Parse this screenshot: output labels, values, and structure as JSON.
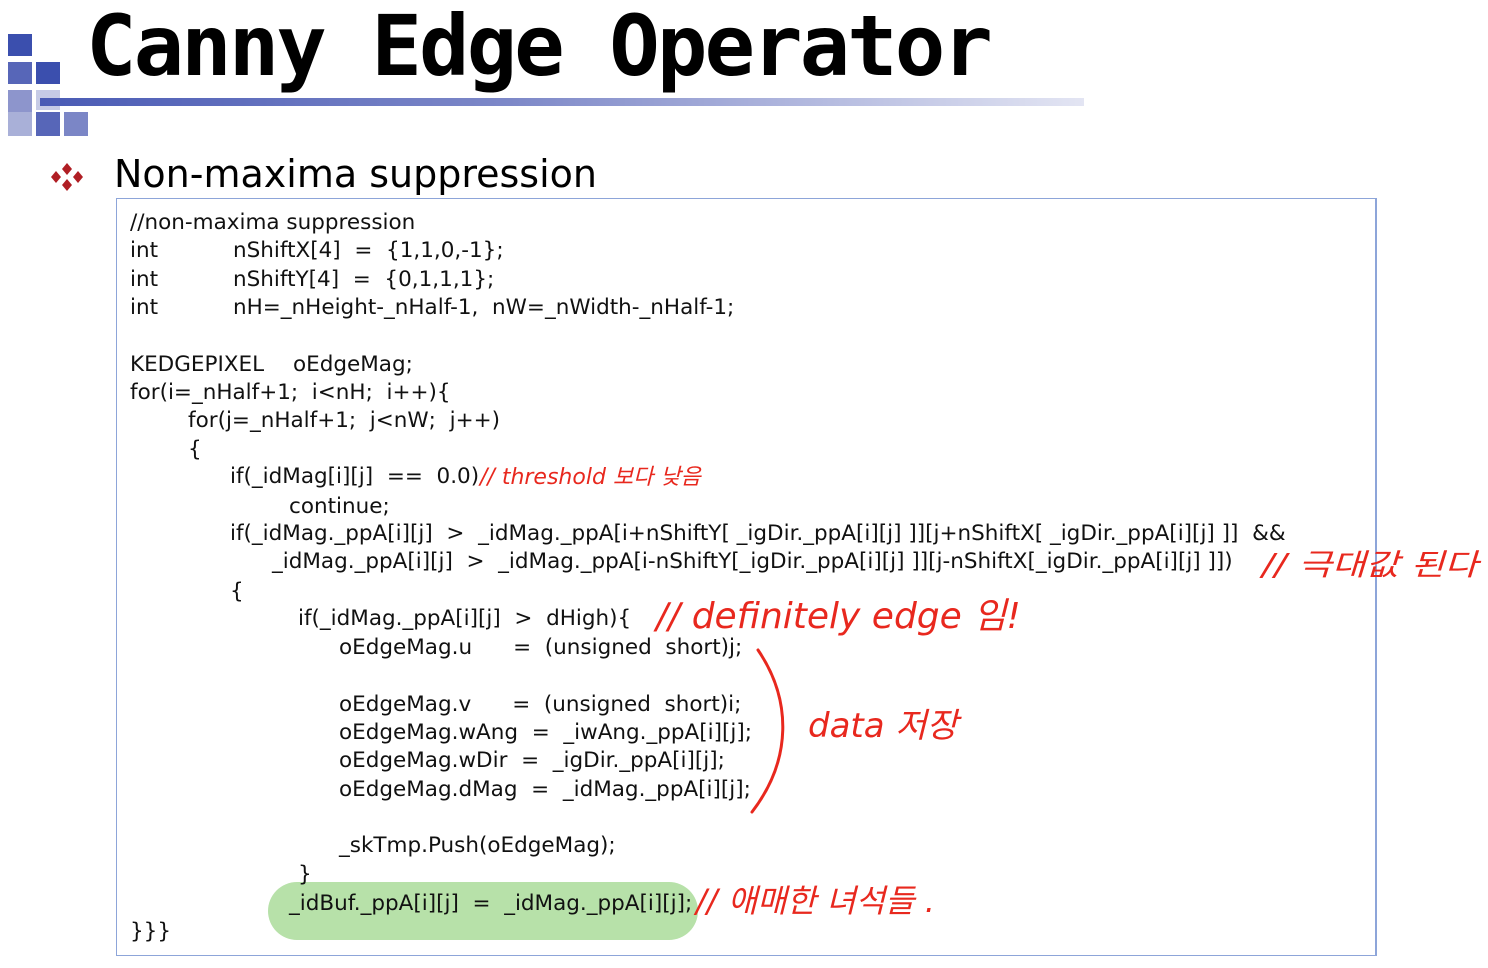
{
  "slide": {
    "title": "Canny Edge Operator",
    "heading": "Non-maxima suppression"
  },
  "code": {
    "lines": [
      "//non-maxima suppression",
      "int",
      "nShiftX[4]  =  {1,1,0,-1};",
      "int",
      "nShiftY[4]  =  {0,1,1,1};",
      "int",
      "nH=_nHeight-_nHalf-1,  nW=_nWidth-_nHalf-1;",
      "KEDGEPIXEL",
      "oEdgeMag;",
      "for(i=_nHalf+1;  i<nH;  i++){",
      "for(j=_nHalf+1;  j<nW;  j++)",
      "{",
      "if(_idMag[i][j]  ==  0.0)",
      "continue;",
      "if(_idMag._ppA[i][j]  >  _idMag._ppA[i+nShiftY[ _igDir._ppA[i][j] ]][j+nShiftX[ _igDir._ppA[i][j] ]]  &&",
      "_idMag._ppA[i][j]  >  _idMag._ppA[i-nShiftY[_igDir._ppA[i][j] ]][j-nShiftX[_igDir._ppA[i][j] ]])",
      "{",
      "if(_idMag._ppA[i][j]  >  dHigh){",
      "oEdgeMag.u      =  (unsigned  short)j;",
      "oEdgeMag.v      =  (unsigned  short)i;",
      "oEdgeMag.wAng  =  _iwAng._ppA[i][j];",
      "oEdgeMag.wDir  =  _igDir._ppA[i][j];",
      "oEdgeMag.dMag  =  _idMag._ppA[i][j];",
      "_skTmp.Push(oEdgeMag);",
      "}",
      "_idBuf._ppA[i][j]  =  _idMag._ppA[i][j];",
      "}}}"
    ]
  },
  "annotations": {
    "threshold": "// threshold 보다 낮음",
    "local_max": "// 극대값 된다",
    "definitely_edge": "// definitely  edge 임!",
    "data_save": "data 저장",
    "ambiguous": "// 애매한 녀석들 ."
  },
  "colors": {
    "ink": "#e8281e",
    "highlight": "#b7e1a9",
    "title_rule": "#4a5bb5",
    "bullet": "#b01e24",
    "box_border": "#8da5d9"
  }
}
